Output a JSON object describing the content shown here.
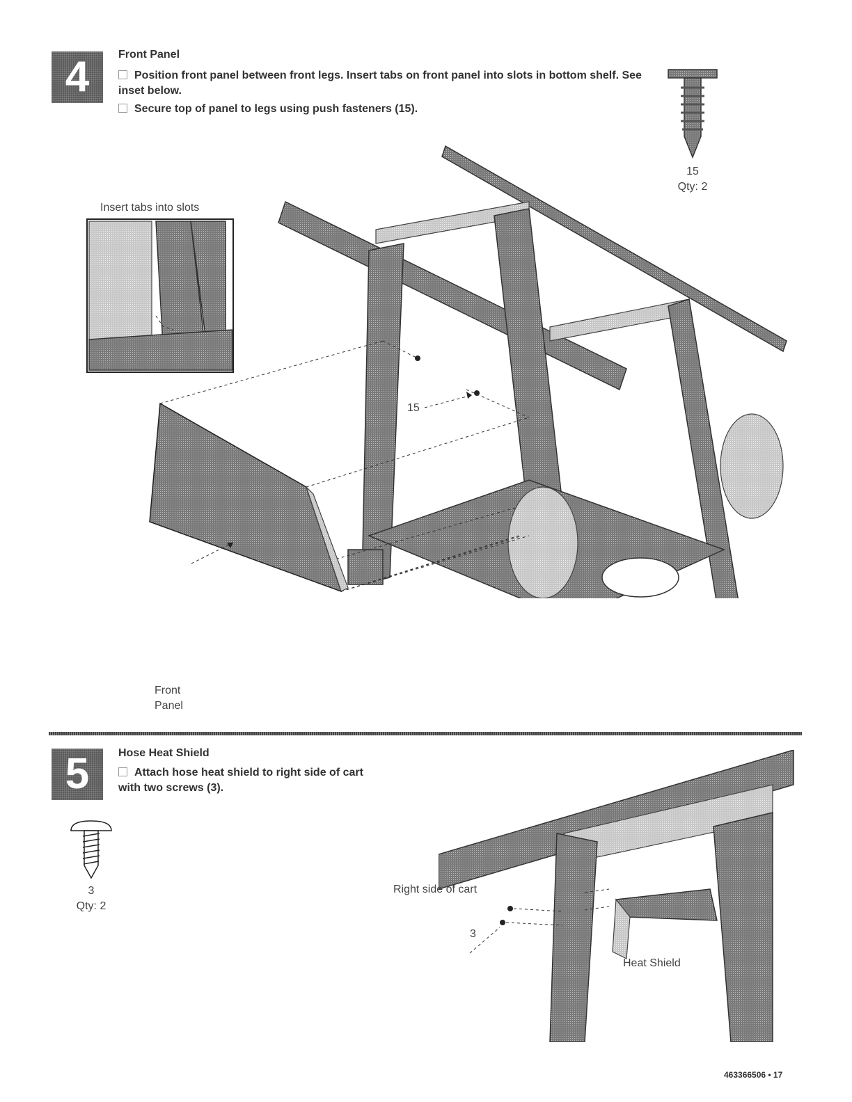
{
  "step4": {
    "number": "4",
    "title": "Front Panel",
    "instructions": [
      "Position front panel between front legs. Insert tabs on front panel into slots in bottom shelf. See inset below.",
      "Secure top of panel to legs using push fasteners (15)."
    ],
    "part": {
      "number": "15",
      "qty": "Qty: 2"
    },
    "inset_label": "Insert tabs into slots",
    "callout_fastener": "15",
    "front_panel_label": [
      "Front",
      "Panel"
    ]
  },
  "step5": {
    "number": "5",
    "title": "Hose Heat Shield",
    "instructions": [
      "Attach hose heat shield to right side of cart with two screws (3)."
    ],
    "part": {
      "number": "3",
      "qty": "Qty: 2"
    },
    "label_right_side": "Right side of cart",
    "callout_screw": "3",
    "label_heat_shield": "Heat Shield"
  },
  "footer": {
    "page_ref": "463366506 • 17"
  }
}
